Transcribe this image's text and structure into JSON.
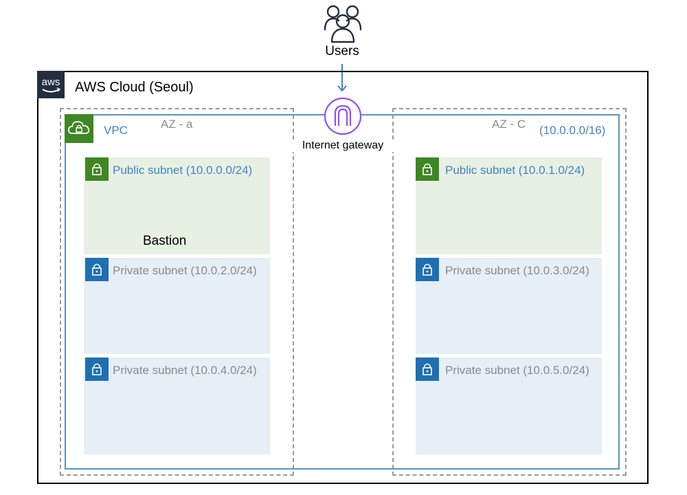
{
  "users": {
    "label": "Users",
    "icon": "users-icon"
  },
  "cloud": {
    "title": "AWS Cloud (Seoul)",
    "logo_text": "aws"
  },
  "availability_zones": [
    {
      "label": "AZ - a"
    },
    {
      "label": "AZ - C"
    }
  ],
  "vpc": {
    "label": "VPC",
    "cidr": "(10.0.0.0/16)"
  },
  "internet_gateway": {
    "label": "Internet gateway"
  },
  "subnets": {
    "az_a": [
      {
        "label": "Public subnet (10.0.0.0/24)",
        "type": "public"
      },
      {
        "label": "Private subnet (10.0.2.0/24)",
        "type": "private"
      },
      {
        "label": "Private subnet (10.0.4.0/24)",
        "type": "private"
      }
    ],
    "az_c": [
      {
        "label": "Public subnet (10.0.1.0/24)",
        "type": "public"
      },
      {
        "label": "Private subnet (10.0.3.0/24)",
        "type": "private"
      },
      {
        "label": "Private subnet (10.0.5.0/24)",
        "type": "private"
      }
    ]
  },
  "bastion": {
    "label": "Bastion"
  },
  "colors": {
    "public_subnet_bg": "#e8f0e4",
    "private_subnet_bg": "#e6eef6",
    "vpc_border": "#5a93c9",
    "public_lock": "#3f8624",
    "private_lock": "#1f6fb2",
    "igw_purple": "#8c4fff",
    "aws_logo_bg": "#232f3e"
  }
}
